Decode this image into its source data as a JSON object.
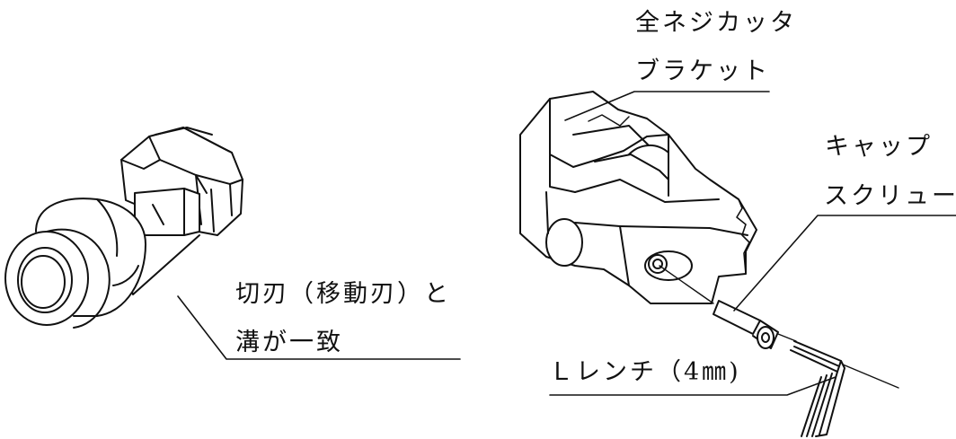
{
  "labels": {
    "bracket_line1": "全ネジカッタ",
    "bracket_line2": "ブラケット",
    "cap_screw_line1": "キャップ",
    "cap_screw_line2": "スクリュー",
    "blade_line1": "切刃（移動刃）と",
    "blade_line2": "溝が一致",
    "wrench": "Ｌレンチ（4㎜)"
  },
  "colors": {
    "ink": "#111111",
    "paper": "#ffffff"
  }
}
